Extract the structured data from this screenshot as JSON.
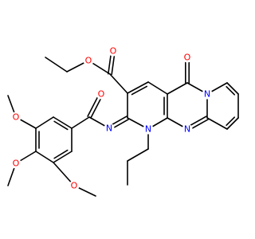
{
  "structure": {
    "colors": {
      "carbon_bond": "#000000",
      "oxygen": "#ff0000",
      "nitrogen": "#0000ff",
      "background": "#ffffff"
    },
    "atom_labels": {
      "o_ester_carbonyl": "O",
      "o_ester_single": "O",
      "o_ketone": "O",
      "o_amide": "O",
      "o_methoxy_upper": "O",
      "o_methoxy_middle": "O",
      "o_methoxy_lower": "O",
      "n_ring_fused": "N",
      "n_imine": "N",
      "n_propyl": "N",
      "n_pyrimidine": "N"
    }
  }
}
